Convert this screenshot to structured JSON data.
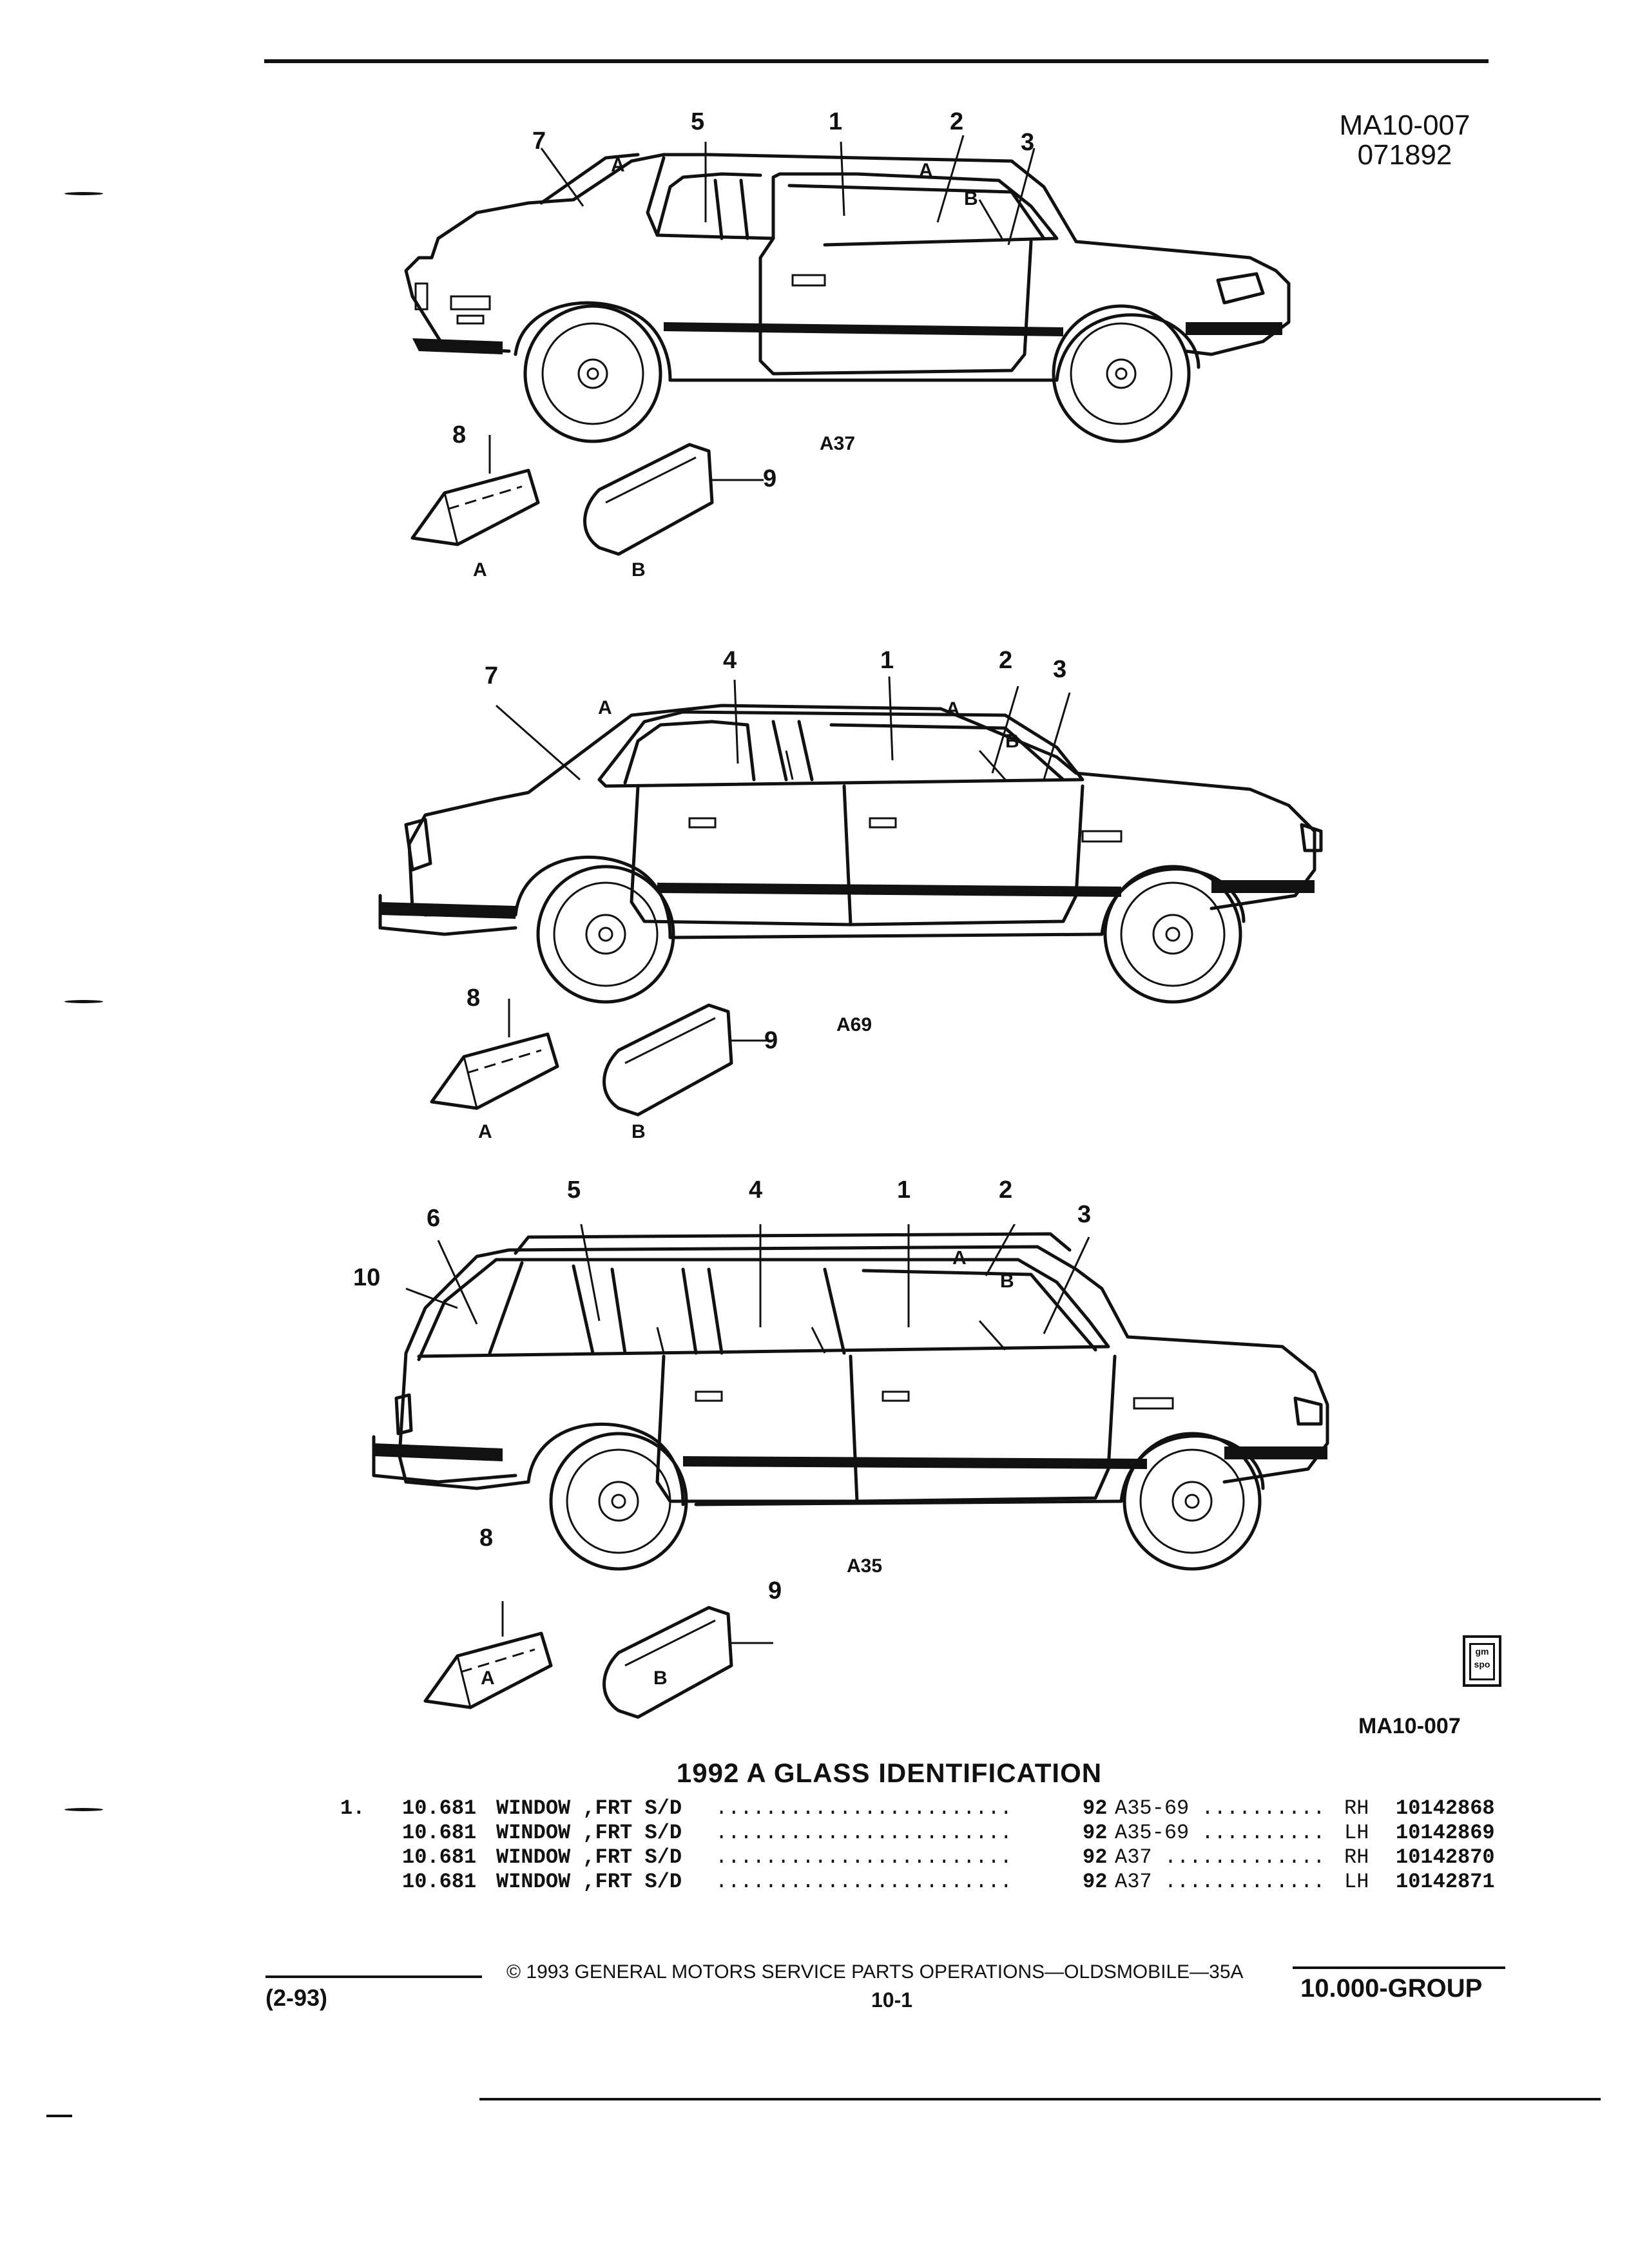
{
  "header": {
    "code": "MA10-007",
    "date": "071892"
  },
  "figures": [
    {
      "model": "A37",
      "callouts": [
        "7",
        "A",
        "5",
        "1",
        "2",
        "A",
        "B",
        "3"
      ],
      "pieces": {
        "num8": "8",
        "num9": "9",
        "letterA": "A",
        "letterB": "B"
      }
    },
    {
      "model": "A69",
      "callouts": [
        "7",
        "A",
        "4",
        "1",
        "2",
        "A",
        "B",
        "3"
      ],
      "pieces": {
        "num8": "8",
        "num9": "9",
        "letterA": "A",
        "letterB": "B"
      }
    },
    {
      "model": "A35",
      "callouts": [
        "6",
        "10",
        "5",
        "4",
        "1",
        "2",
        "A",
        "B",
        "3"
      ],
      "pieces": {
        "num8": "8",
        "num9": "9",
        "letterA": "A",
        "letterB": "B"
      }
    }
  ],
  "figure_code": "MA10-007",
  "gm_icon": {
    "line1": "gm",
    "line2": "spo"
  },
  "section_title": "1992 A GLASS IDENTIFICATION",
  "parts": [
    {
      "item": "1.",
      "group": "10.681",
      "desc": "WINDOW ,FRT S/D",
      "dots": "........................",
      "year": "92",
      "model": "A35-69 ..........",
      "side": "RH",
      "part": "10142868"
    },
    {
      "item": "",
      "group": "10.681",
      "desc": "WINDOW ,FRT S/D",
      "dots": "........................",
      "year": "92",
      "model": "A35-69 ..........",
      "side": "LH",
      "part": "10142869"
    },
    {
      "item": "",
      "group": "10.681",
      "desc": "WINDOW ,FRT S/D",
      "dots": "........................",
      "year": "92",
      "model": "A37 .............",
      "side": "RH",
      "part": "10142870"
    },
    {
      "item": "",
      "group": "10.681",
      "desc": "WINDOW ,FRT S/D",
      "dots": "........................",
      "year": "92",
      "model": "A37 .............",
      "side": "LH",
      "part": "10142871"
    }
  ],
  "footer": {
    "copyright": "© 1993 GENERAL MOTORS SERVICE PARTS OPERATIONS—OLDSMOBILE—35A",
    "date": "(2-93)",
    "page": "10-1",
    "group": "10.000-GROUP"
  }
}
